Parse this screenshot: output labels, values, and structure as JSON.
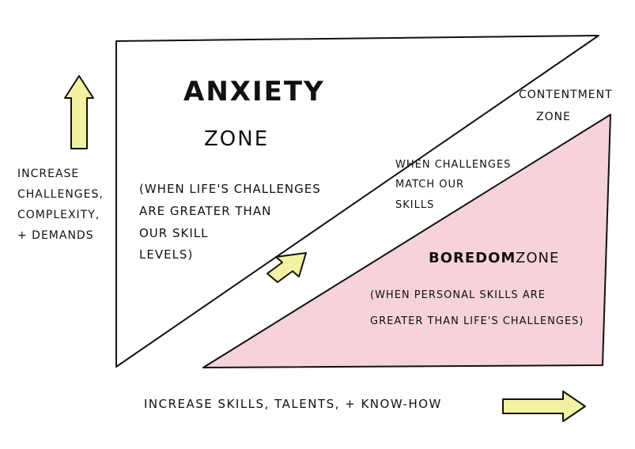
{
  "anxiety_zone": {
    "title": "ANXIETY",
    "zone": "ZONE",
    "description_lines": [
      "(WHEN LIFE'S CHALLENGES",
      "ARE GREATER THAN",
      "OUR SKILL",
      "LEVELS)"
    ]
  },
  "contentment_zone": {
    "title": "CONTENTMENT",
    "zone": "ZONE",
    "description_lines": [
      "WHEN CHALLENGES",
      "MATCH OUR",
      "SKILLS"
    ]
  },
  "boredom_zone": {
    "title": "BOREDOM",
    "zone": "ZONE",
    "description_lines": [
      "(WHEN PERSONAL SKILLS ARE",
      "GREATER THAN LIFE'S CHALLENGES)"
    ]
  },
  "y_axis": {
    "label_lines": [
      "INCREASE",
      "CHALLENGES,",
      "COMPLEXITY,",
      "+ DEMANDS"
    ]
  },
  "x_axis": {
    "label": "INCREASE SKILLS, TALENTS, + KNOW-HOW"
  },
  "colors": {
    "boredom_fill": "#f6d3d8",
    "arrow_fill": "#f2f2a0",
    "ink": "#111111"
  },
  "icons": {
    "up_arrow": "up-arrow-icon",
    "right_arrow": "right-arrow-icon",
    "diagonal_arrow": "diagonal-arrow-icon"
  }
}
